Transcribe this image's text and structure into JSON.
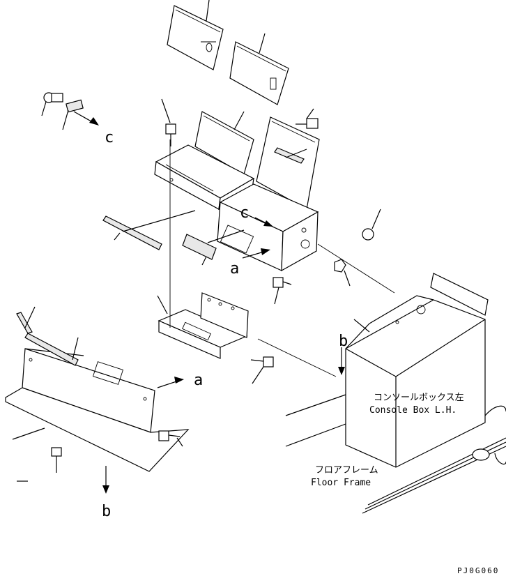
{
  "figure_code": "PJ0G060",
  "view_labels": {
    "c_top": "c",
    "c_mid": "c",
    "a_mid": "a",
    "a_bottom": "a",
    "b_right": "b",
    "b_bottom": "b"
  },
  "console_box": {
    "label_jp": "コンソールボックス左",
    "label_en": "Console Box L.H."
  },
  "floor_frame": {
    "label_jp": "フロアフレーム",
    "label_en": "Floor Frame"
  }
}
